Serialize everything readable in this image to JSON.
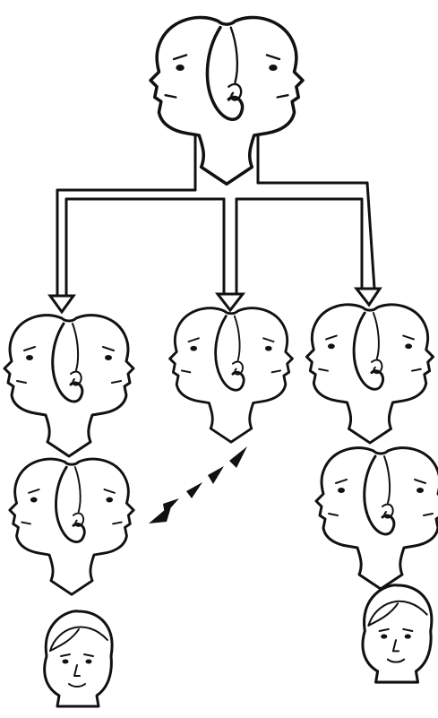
{
  "figure": {
    "generations": [
      {
        "level": 1,
        "units": [
          "parent-pair"
        ]
      },
      {
        "level": 2,
        "units": [
          "child-pair-left",
          "child-pair-center",
          "child-pair-right"
        ]
      },
      {
        "level": 3,
        "units": [
          "grandchild-pair-left",
          "grandchild-pair-right"
        ]
      },
      {
        "level": 4,
        "units": [
          "single-face-left",
          "single-face-right"
        ]
      }
    ],
    "icons": [
      "double-head-icon",
      "single-face-icon",
      "branch-connector-icon",
      "dashed-arrow-icon"
    ],
    "colors": {
      "ink": "#111111",
      "paper": "#ffffff"
    }
  }
}
